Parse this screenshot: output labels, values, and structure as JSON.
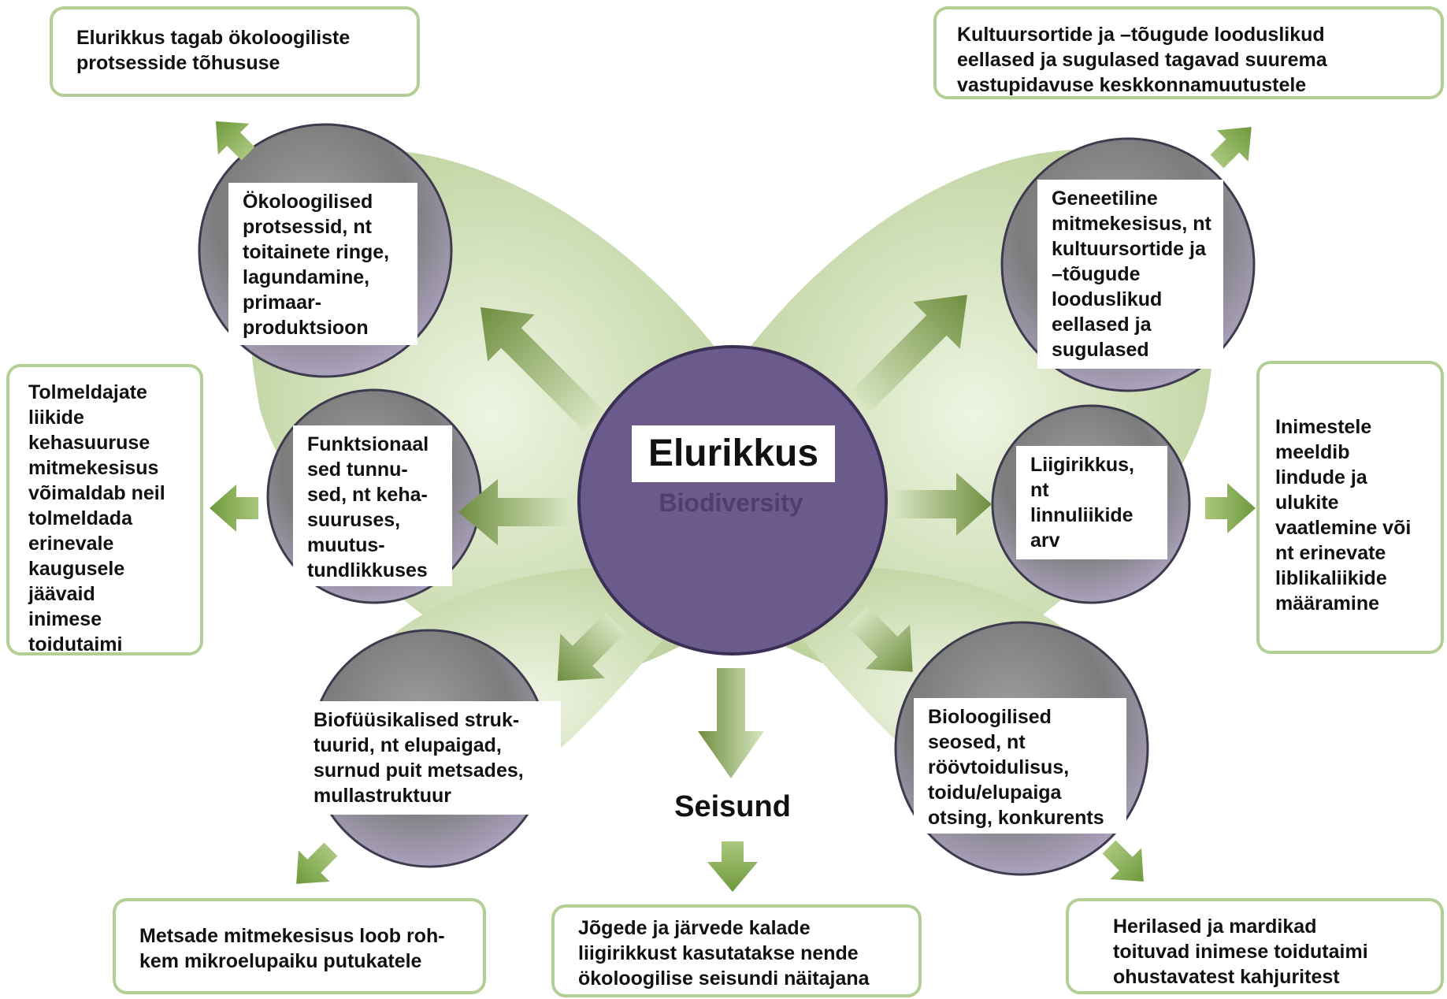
{
  "center": {
    "title": "Elurikkus",
    "subtitle": "Biodiversity"
  },
  "state_label": "Seisund",
  "inner": {
    "ecological": "Ökoloogilised\nprotsessid, nt\ntoitainete ringe,\nlagundamine,\nprimaar-\nproduktsioon",
    "functional": "Funktsionaal\nsed tunnu-\nsed, nt keha-\nsuuruses,\nmuutus-\ntundlikkuses",
    "biophysical": "Biofüüsikalised struk-\ntuurid, nt elupaigad,\nsurnud puit metsades,\nmullastruktuur",
    "genetic": "Geneetiline\nmitmekesisus, nt\nkultuursortide ja\n–tõugude\nlooduslikud\neellased ja\nsugulased",
    "species": "Liigirikkus,\nnt\nlinnuliikide\narv",
    "biological": "Bioloogilised\nseosed, nt\nröövtoidulisus,\ntoidu/elupaiga\notsing, konkurents"
  },
  "outer": {
    "top_left": "Elurikkus tagab ökoloogiliste\nprotsesside tõhususe",
    "mid_left": "Tolmeldajate\nliikide\nkehasuuruse\nmitmekesisus\nvõimaldab neil\ntolmeldada\nerinevale\nkaugusele\njäävaid\ninimese\ntoidutaimi",
    "bottom_left": "Metsade mitmekesisus loob roh-\nkem mikroelupaiku putukatele",
    "bottom_center": "Jõgede ja järvede kalade\nliigirikkust kasutatakse nende\nökoloogilise seisundi näitajana",
    "bottom_right": "Herilased ja mardikad\ntoituvad inimese toidutaimi\nohustavatest kahjuritest",
    "mid_right": "Inimestele\nmeeldib\nlindude ja\nulukite\nvaatlemine või\nnt erinevate\nliblikaliikide\nmääramine",
    "top_right": "Kultuursortide ja –tõugude looduslikud\neellased ja sugulased tagavad suurema\nvastupidavuse keskkonnamuutustele"
  },
  "colors": {
    "wing": "#ccdcb0",
    "center_circle": "#6b5b8c",
    "small_circle": "#a89bbd",
    "arrow": "#7f9a4e",
    "box_border": "#b3cf95"
  }
}
